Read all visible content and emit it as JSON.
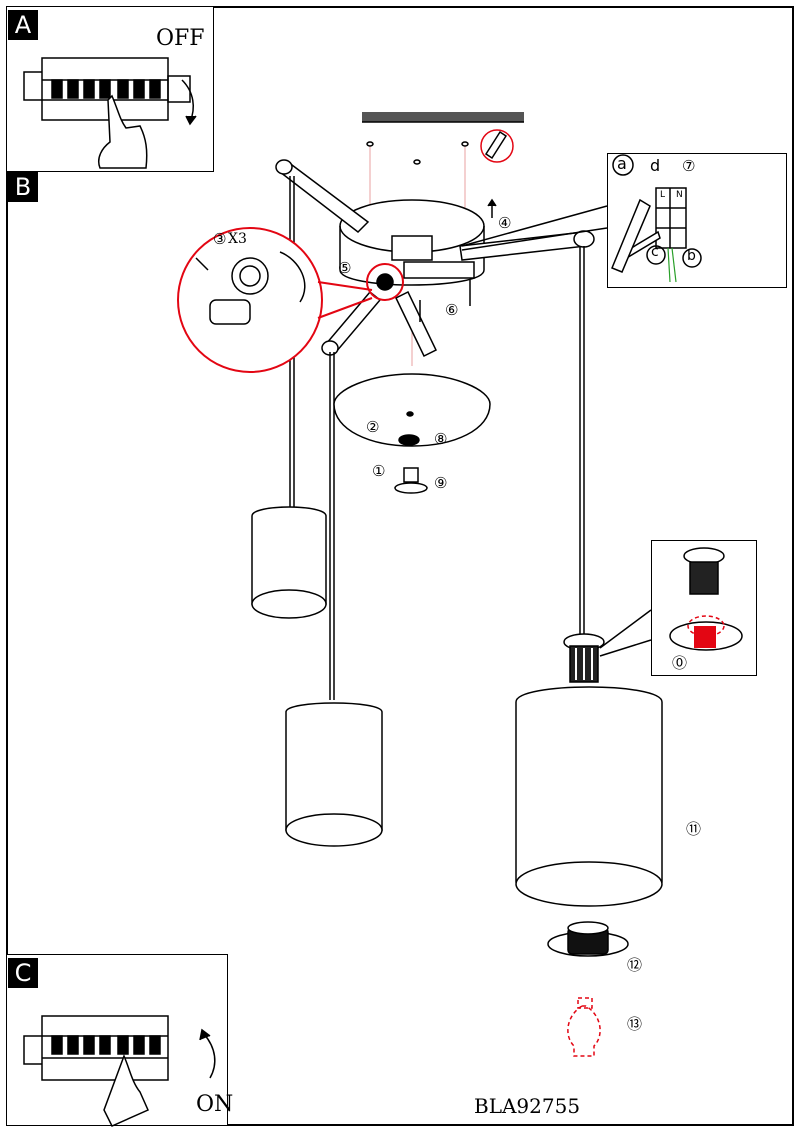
{
  "sections": {
    "a": {
      "label": "A",
      "status": "OFF"
    },
    "b": {
      "label": "B"
    },
    "c": {
      "label": "C",
      "status": "ON"
    }
  },
  "callouts": {
    "screw_count": "X3",
    "wiring_letters": [
      "a",
      "d",
      "c",
      "b"
    ],
    "terminal_labels": [
      "L",
      "N"
    ]
  },
  "steps": [
    "①",
    "②",
    "③",
    "④",
    "⑤",
    "⑥",
    "⑦",
    "⑧",
    "⑨",
    "⓪",
    "⑪",
    "⑫",
    "⑬"
  ],
  "model_number": "BLA92755",
  "colors": {
    "line": "#000000",
    "highlight": "#e30613",
    "guide": "#e8a0a0"
  },
  "icons": [
    "circuit-breaker-icon",
    "hand-icon",
    "rotate-arrow-icon",
    "wall-plug-icon",
    "screwdriver-icon",
    "bulb-icon"
  ]
}
